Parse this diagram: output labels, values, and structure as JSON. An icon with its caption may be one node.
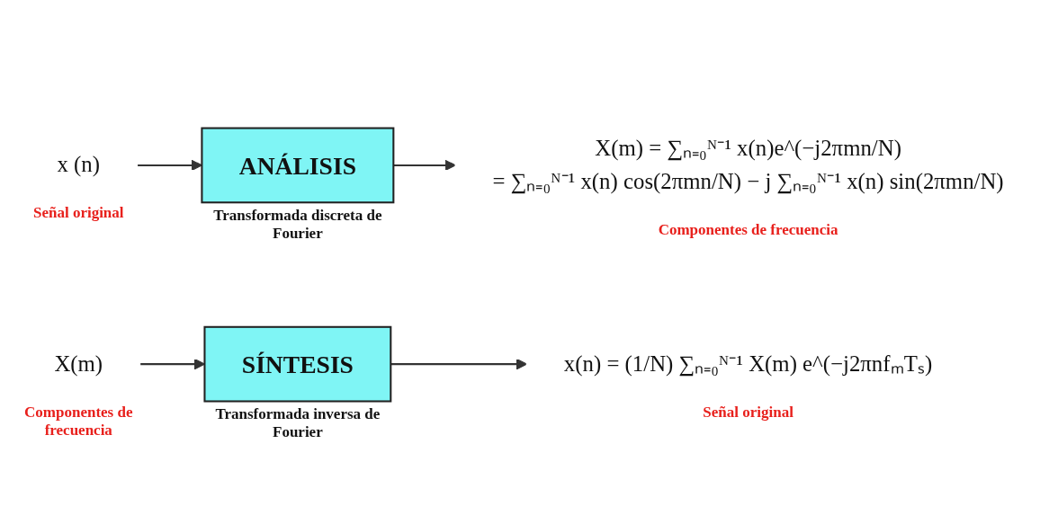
{
  "diagram": {
    "nodes": [
      {
        "text": [
          "x (n)"
        ],
        "beside": [
          "Señal original"
        ]
      },
      {
        "text": [
          "ANÁLISIS"
        ],
        "beside": [
          "Transformada discreta de Fourier"
        ]
      },
      {
        "text": [
          "X(m) = ∑ₙ₌₀ᴺ⁻¹ x(n)e^(−j2πmn/N)",
          "= ∑ₙ₌₀ᴺ⁻¹ x(n) cos(2πmn/N) − j ∑ₙ₌₀ᴺ⁻¹ x(n) sin(2πmn/N)"
        ],
        "beside": [
          "Componentes de frecuencia"
        ]
      },
      {
        "text": [
          "X(m)"
        ],
        "beside": [
          "Componentes de frecuencia"
        ]
      },
      {
        "text": [
          "SÍNTESIS"
        ],
        "beside": [
          "Transformada inversa de Fourier"
        ]
      },
      {
        "text": [
          "x(n) = (1/N) ∑ₙ₌₀ᴺ⁻¹ X(m) e^(−j2πnfₘTₛ)"
        ],
        "beside": [
          "Señal original"
        ]
      }
    ],
    "edges": [
      {
        "from": 0,
        "to": 1,
        "arrow": "to"
      },
      {
        "from": 1,
        "to": 2,
        "arrow": "to"
      },
      {
        "from": 3,
        "to": 4,
        "arrow": "to"
      },
      {
        "from": 4,
        "to": 5,
        "arrow": "to"
      }
    ]
  }
}
